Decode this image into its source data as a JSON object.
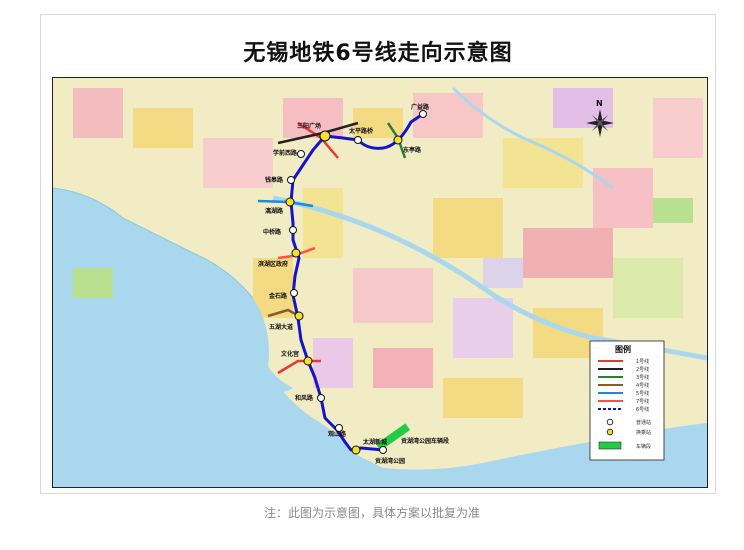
{
  "title": "无锡地铁6号线走向示意图",
  "caption": "注：此图为示意图，具体方案以批复为准",
  "north_label": "N",
  "legend_title": "图例",
  "colors": {
    "line6": "#1414c8",
    "line1": "#e53935",
    "line2": "#222222",
    "line3": "#2e7d32",
    "line4": "#8b5a2b",
    "line5": "#1e88e5",
    "line7": "#ff4d4d",
    "park": "#22cc44",
    "water": "#a9d8ee"
  },
  "stations": {
    "guangyi": "广益路",
    "dongting": "东亭路",
    "taiping": "太平路桥",
    "sanyang": "三阳广场",
    "xuefu": "学前西路",
    "qiaolu": "钱皋路",
    "lihu": "漓湖路",
    "zhongchang": "中桥路",
    "binhu": "滨湖区政府",
    "jinshi": "金石路",
    "wuhu": "五湖大道",
    "wenhua": "文化宫",
    "hefeng": "和风路",
    "yuanbao": "观山路",
    "taihu_xincheng": "太湖新城",
    "gongyuan": "贡湖湾公园",
    "depot": "贡湖湾公园车辆段"
  },
  "legend": {
    "items": [
      "1号线",
      "2号线",
      "3号线",
      "4号线",
      "5号线",
      "7号线",
      "6号线"
    ],
    "station_normal": "普通站",
    "station_transfer": "换乘站",
    "depot": "车辆段"
  }
}
